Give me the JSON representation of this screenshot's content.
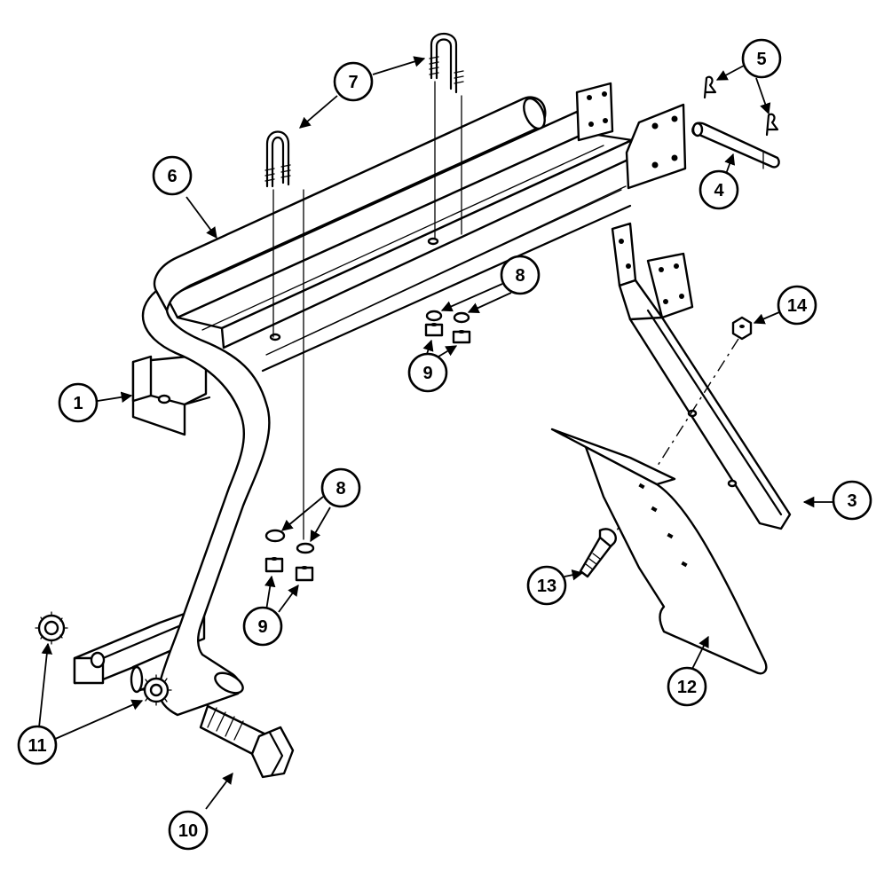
{
  "diagram": {
    "type": "exploded-parts-view",
    "callouts": [
      {
        "id": "callout-1",
        "label": "1"
      },
      {
        "id": "callout-3",
        "label": "3"
      },
      {
        "id": "callout-4",
        "label": "4"
      },
      {
        "id": "callout-5",
        "label": "5"
      },
      {
        "id": "callout-6",
        "label": "6"
      },
      {
        "id": "callout-7",
        "label": "7"
      },
      {
        "id": "callout-8-upper",
        "label": "8"
      },
      {
        "id": "callout-8-lower",
        "label": "8"
      },
      {
        "id": "callout-9-upper",
        "label": "9"
      },
      {
        "id": "callout-9-lower",
        "label": "9"
      },
      {
        "id": "callout-10",
        "label": "10"
      },
      {
        "id": "callout-11",
        "label": "11"
      },
      {
        "id": "callout-12",
        "label": "12"
      },
      {
        "id": "callout-13",
        "label": "13"
      },
      {
        "id": "callout-14",
        "label": "14"
      }
    ]
  }
}
